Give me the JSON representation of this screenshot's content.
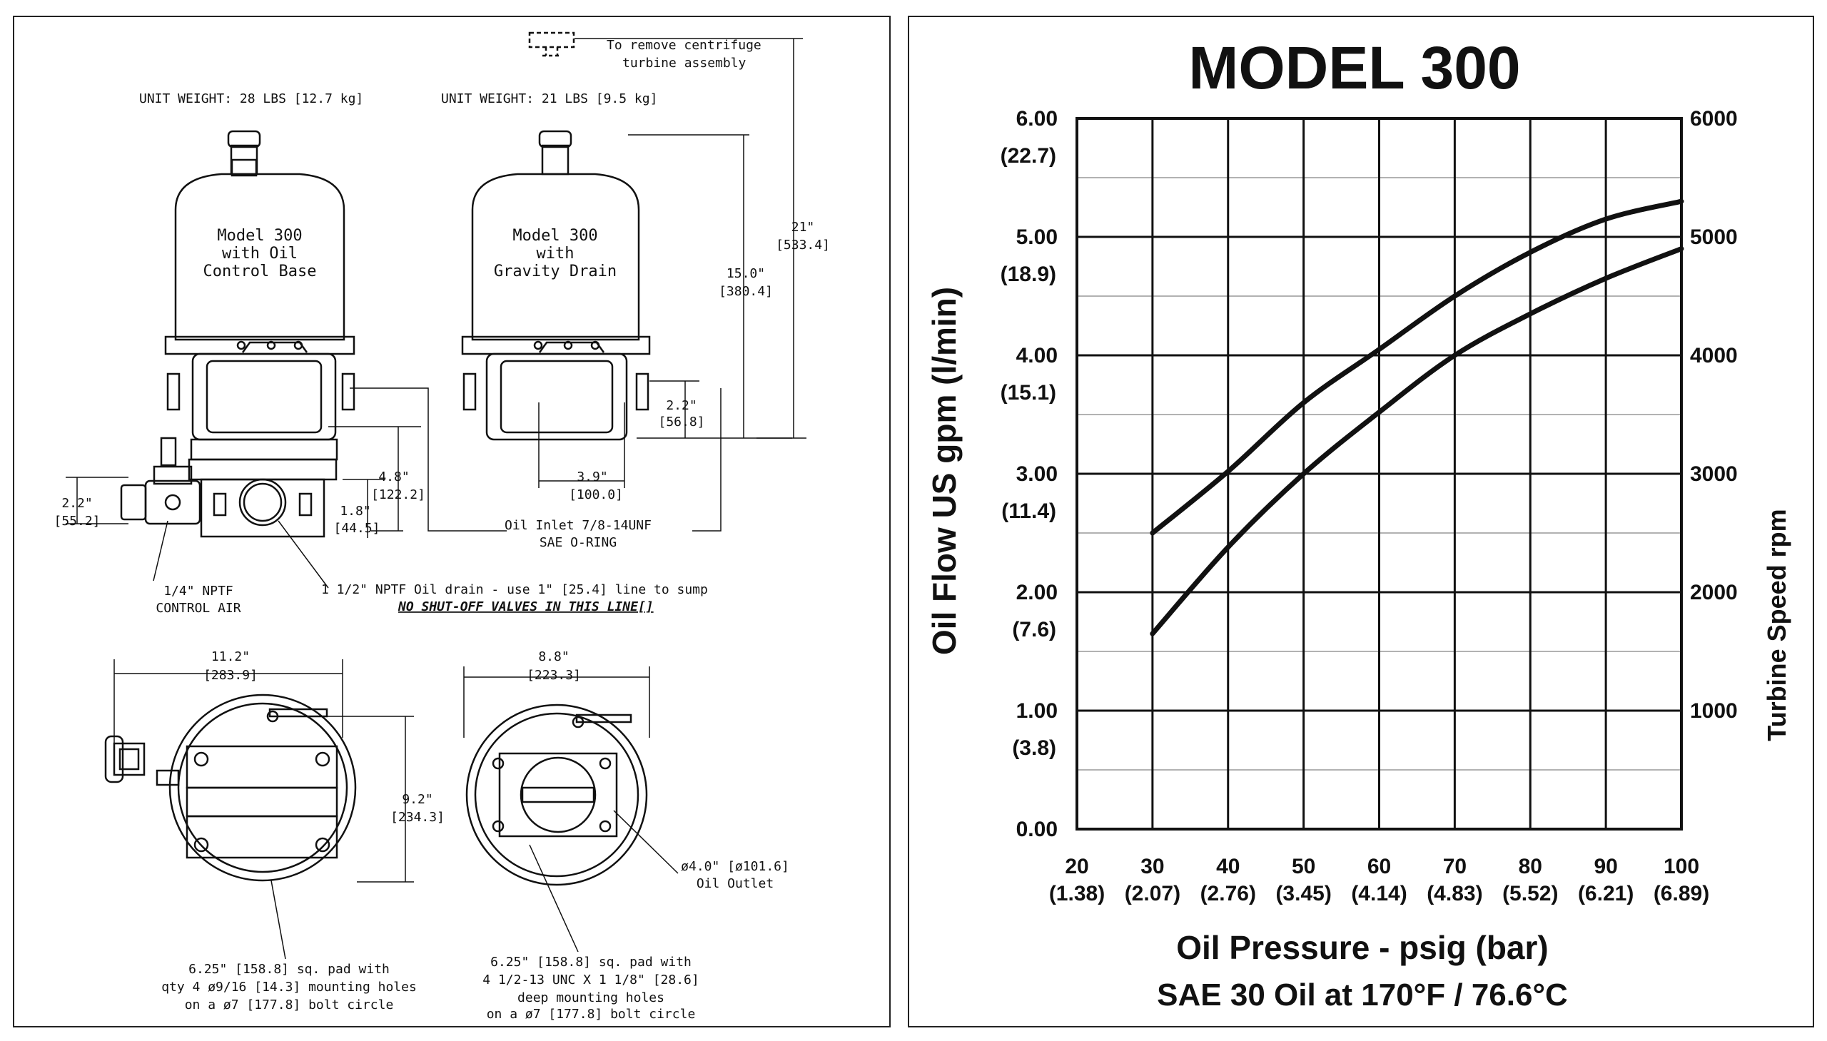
{
  "drawing": {
    "centrifuge_note": [
      "To remove centrifuge",
      "turbine assembly"
    ],
    "weight_oil_base": "UNIT WEIGHT: 28 LBS [12.7 kg]",
    "weight_gravity": "UNIT WEIGHT: 21 LBS [9.5 kg]",
    "unit1_label": [
      "Model 300",
      "with Oil",
      "Control Base"
    ],
    "unit2_label": [
      "Model 300",
      "with",
      "Gravity Drain"
    ],
    "dim_21": [
      "21\"",
      "[533.4]"
    ],
    "dim_15": [
      "15.0\"",
      "[380.4]"
    ],
    "dim_2_2_right": [
      "2.2\"",
      "[56.8]"
    ],
    "dim_4_8": [
      "4.8\"",
      "[122.2]"
    ],
    "dim_1_8": [
      "1.8\"",
      "[44.5]"
    ],
    "dim_2_2_left": [
      "2.2\"",
      "[55.2]"
    ],
    "dim_3_9": [
      "3.9\"",
      "[100.0]"
    ],
    "oil_inlet": [
      "Oil Inlet 7/8-14UNF",
      "SAE O-RING"
    ],
    "control_air": [
      "1/4\" NPTF",
      "CONTROL AIR"
    ],
    "oil_drain": "1 1/2\" NPTF Oil drain - use 1\" [25.4] line to sump",
    "no_shutoff": "NO SHUT-OFF VALVES IN THIS LINE[]",
    "dim_11_2": [
      "11.2\"",
      "[283.9]"
    ],
    "dim_8_8": [
      "8.8\"",
      "[223.3]"
    ],
    "dim_9_2": [
      "9.2\"",
      "[234.3]"
    ],
    "oil_outlet": [
      "ø4.0\"   [ø101.6]",
      "Oil Outlet"
    ],
    "pad_left": [
      "6.25\" [158.8] sq. pad with",
      "qty 4 ø9/16 [14.3] mounting holes",
      "on a ø7 [177.8] bolt circle"
    ],
    "pad_right": [
      "6.25\" [158.8] sq. pad with",
      "4 1/2-13 UNC X 1 1/8\" [28.6]",
      "deep mounting holes",
      "on a ø7 [177.8] bolt circle"
    ]
  },
  "chart_data": {
    "type": "line",
    "title": "MODEL 300",
    "xlabel": "Oil Pressure - psig (bar)",
    "subtitle": "SAE 30 Oil at 170°F / 76.6°C",
    "ylabel_left": "Oil Flow US gpm (l/min)",
    "ylabel_right": "Turbine Speed rpm",
    "x_ticks": [
      "20",
      "30",
      "40",
      "50",
      "60",
      "70",
      "80",
      "90",
      "100"
    ],
    "x_ticks_bar": [
      "(1.38)",
      "(2.07)",
      "(2.76)",
      "(3.45)",
      "(4.14)",
      "(4.83)",
      "(5.52)",
      "(6.21)",
      "(6.89)"
    ],
    "y_ticks": [
      "0.00",
      "1.00",
      "2.00",
      "3.00",
      "4.00",
      "5.00",
      "6.00"
    ],
    "y_ticks_lpm": [
      "(3.8)",
      "(7.6)",
      "(11.4)",
      "(15.1)",
      "(18.9)",
      "(22.7)"
    ],
    "y2_ticks": [
      "1000",
      "2000",
      "3000",
      "4000",
      "5000",
      "6000"
    ],
    "xlim": [
      20,
      100
    ],
    "ylim": [
      0,
      6
    ],
    "y2lim": [
      0,
      6000
    ],
    "grid": true,
    "series": [
      {
        "axis": "left",
        "x": [
          30,
          40,
          50,
          60,
          70,
          80,
          90,
          100
        ],
        "y": [
          2.5,
          3.02,
          3.6,
          4.05,
          4.5,
          4.87,
          5.15,
          5.3
        ]
      },
      {
        "axis": "right",
        "x": [
          30,
          40,
          50,
          60,
          70,
          80,
          90,
          100
        ],
        "y": [
          1650,
          2380,
          3000,
          3520,
          4000,
          4350,
          4650,
          4900
        ]
      }
    ]
  }
}
